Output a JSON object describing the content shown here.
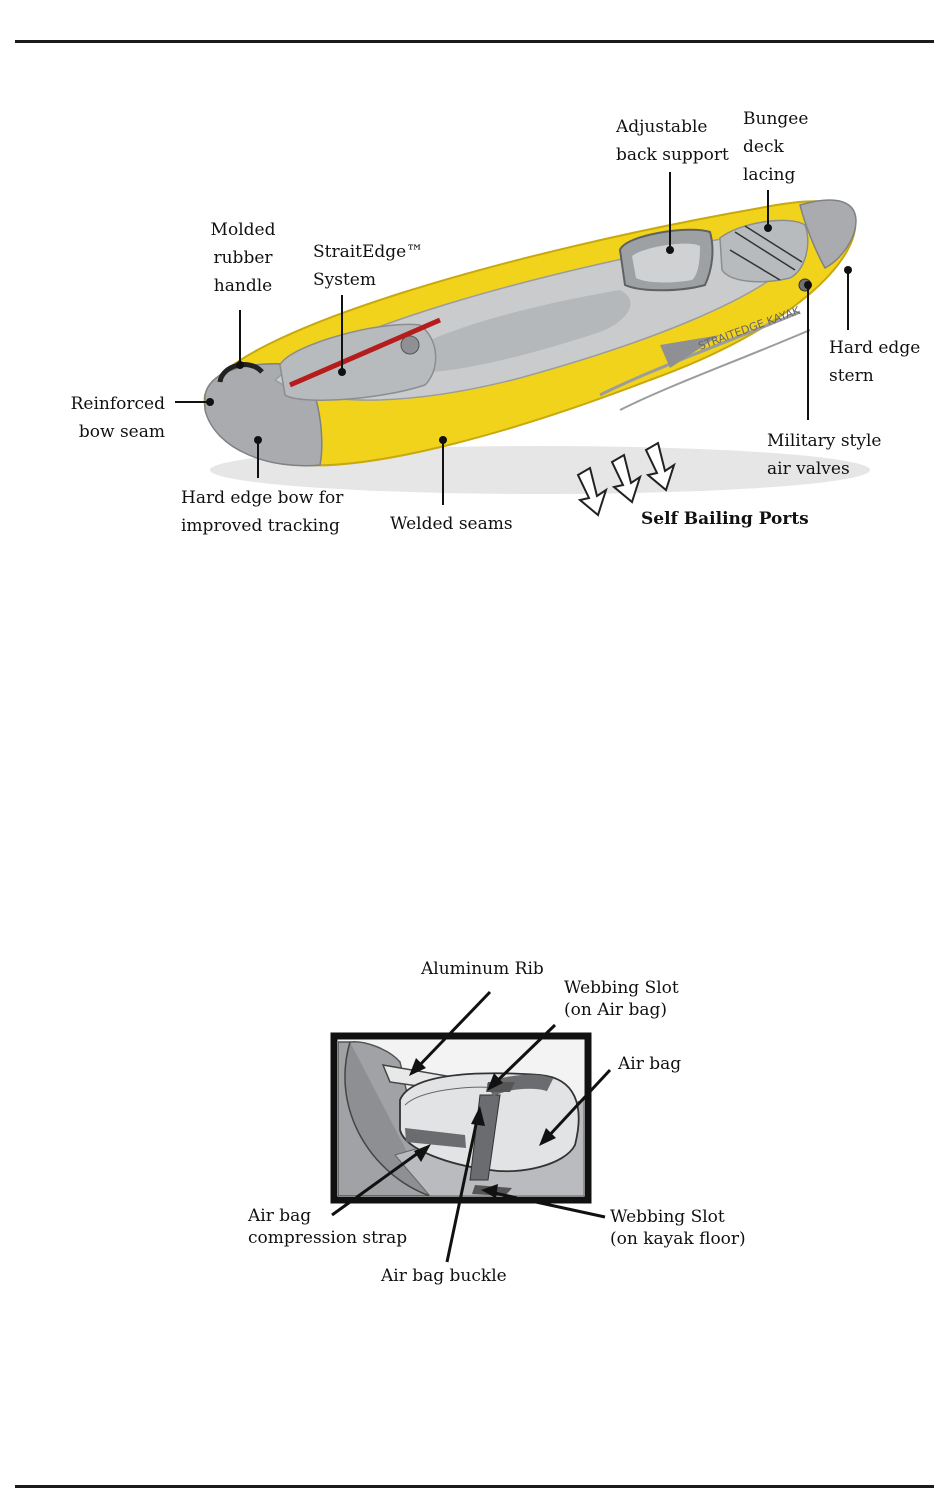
{
  "kayak_labels": {
    "back_support": [
      "Adjustable",
      "back support"
    ],
    "bungee": [
      "Bungee",
      "deck",
      "lacing"
    ],
    "handle": [
      "Molded",
      "rubber",
      "handle"
    ],
    "straitedge": [
      "StraitEdge™",
      "System"
    ],
    "hard_edge_stern": [
      "Hard edge",
      "stern"
    ],
    "reinforced_bow": [
      "Reinforced",
      "bow seam"
    ],
    "military_valves": [
      "Military style",
      "air valves"
    ],
    "hard_edge_bow": [
      "Hard edge bow for",
      "improved tracking"
    ],
    "welded_seams": "Welded seams",
    "self_bailing": "Self Bailing Ports"
  },
  "diagram_labels": {
    "rib": "Aluminum Rib",
    "webbing_bag": [
      "Webbing Slot",
      "(on Air bag)"
    ],
    "air_bag": "Air bag",
    "compression_strap": [
      "Air bag",
      "compression strap"
    ],
    "webbing_floor": [
      "Webbing Slot",
      "(on kayak floor)"
    ],
    "buckle": "Air bag buckle"
  },
  "colors": {
    "hull_yellow": "#f2d31c",
    "tube_grey": "#a9abae",
    "floor_grey": "#c9cbcc"
  }
}
